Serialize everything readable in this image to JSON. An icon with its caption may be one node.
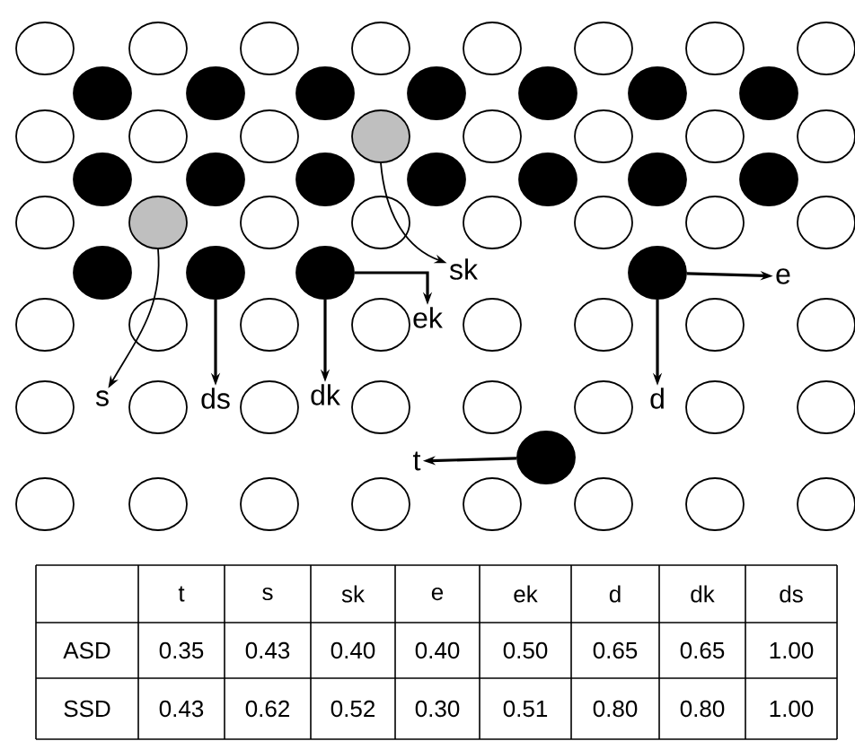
{
  "diagram": {
    "nodes": [
      {
        "text": [],
        "shape": "circle"
      },
      {
        "text": [],
        "shape": "circle"
      },
      {
        "text": [],
        "shape": "circle"
      },
      {
        "text": [],
        "shape": "circle"
      },
      {
        "text": [],
        "shape": "circle"
      },
      {
        "text": [],
        "shape": "circle"
      },
      {
        "text": [
          "s"
        ]
      },
      {
        "text": [
          "ds"
        ]
      },
      {
        "text": [
          "dk"
        ]
      },
      {
        "text": [
          "sk"
        ]
      },
      {
        "text": [
          "ek"
        ]
      },
      {
        "text": [
          "e"
        ]
      },
      {
        "text": [
          "d"
        ]
      },
      {
        "text": [
          "t"
        ]
      }
    ],
    "edges": [
      {
        "from": 0,
        "to": 9,
        "arrow": "to"
      },
      {
        "from": 1,
        "to": 6,
        "arrow": "to"
      },
      {
        "from": 2,
        "to": 7,
        "arrow": "to"
      },
      {
        "from": 3,
        "to": 8,
        "arrow": "to"
      },
      {
        "from": 3,
        "to": 10,
        "arrow": "to"
      },
      {
        "from": 4,
        "to": 11,
        "arrow": "to"
      },
      {
        "from": 4,
        "to": 12,
        "arrow": "to"
      },
      {
        "from": 5,
        "to": 13,
        "arrow": "to"
      }
    ],
    "labels": [
      "t",
      "s",
      "sk",
      "e",
      "ek",
      "d",
      "dk",
      "ds",
      "ASD",
      "0.35",
      "0.43",
      "0.40",
      "0.40",
      "0.50",
      "0.65",
      "0.65",
      "1.00",
      "SSD",
      "0.43",
      "0.62",
      "0.52",
      "0.30",
      "0.51",
      "0.80",
      "0.80",
      "1.00"
    ]
  }
}
